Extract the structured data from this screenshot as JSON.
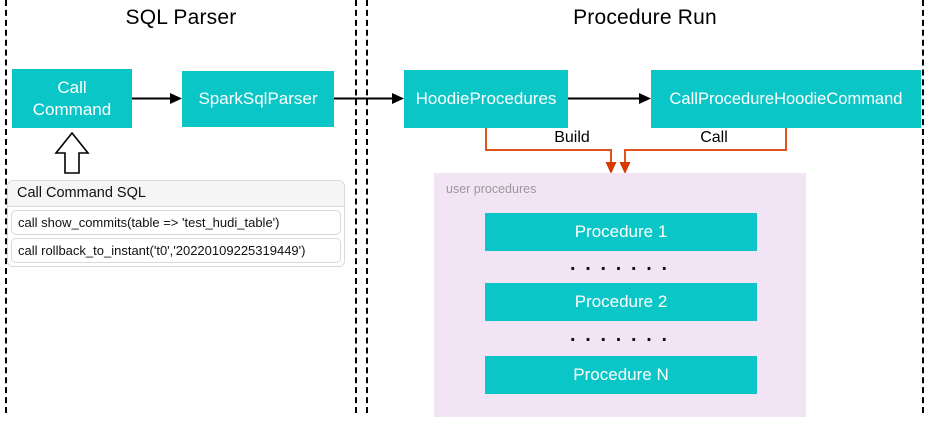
{
  "sections": {
    "sql_parser": {
      "title": "SQL Parser"
    },
    "procedure_run": {
      "title": "Procedure Run"
    }
  },
  "nodes": {
    "call_command": {
      "label": "Call Command"
    },
    "spark_sql_parser": {
      "label": "SparkSqlParser"
    },
    "hoodie_procedures": {
      "label": "HoodieProcedures"
    },
    "call_procedure_hoodie_command": {
      "label": "CallProcedureHoodieCommand"
    }
  },
  "edges": {
    "build_label": "Build",
    "call_label": "Call"
  },
  "sql_panel": {
    "title": "Call Command SQL",
    "statements": [
      "call show_commits(table => 'test_hudi_table')",
      "call rollback_to_instant('t0','20220109225319449')"
    ]
  },
  "user_procedures": {
    "label": "user procedures",
    "items": [
      "Procedure 1",
      "Procedure 2",
      "Procedure N"
    ],
    "ellipsis": "......."
  },
  "icons": {
    "up_arrow": "hollow-up-arrow-icon",
    "right_arrow": "black-right-arrow-icon",
    "down_arrow": "red-down-arrow-icon"
  },
  "colors": {
    "teal": "#0bc6c6",
    "box_text": "#ffffff",
    "connector_orange": "#e0551e",
    "arrow_red": "#d43a02",
    "purple_bg": "#f2e4f4",
    "muted_text": "#999999",
    "panel_header_bg": "#f5f5f5",
    "panel_border": "#d9d9d9",
    "black": "#000000"
  }
}
